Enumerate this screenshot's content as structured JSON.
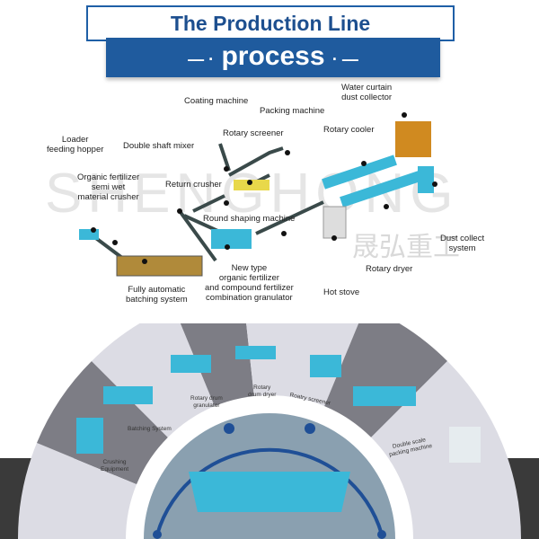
{
  "header": {
    "title": "The Production Line",
    "banner": "process",
    "banner_deco_left": "— ·",
    "banner_deco_right": "· —"
  },
  "watermark": {
    "latin": "SHENGHONG",
    "chinese": "晟弘重工"
  },
  "diagram_labels": {
    "loader": "Loader\nfeeding hopper",
    "crusher": "Organic fertilizer\nsemi wet\nmaterial crusher",
    "mixer": "Double shaft mixer",
    "coating": "Coating machine",
    "packing": "Packing machine",
    "screener": "Rotary screener",
    "return_crusher": "Return crusher",
    "round_shaping": "Round shaping machine",
    "water_curtain": "Water curtain\ndust collector",
    "cooler": "Rotary cooler",
    "dust_collect": "Dust collect\nsystem",
    "dryer": "Rotary dryer",
    "hot_stove": "Hot stove",
    "granulator": "New type\norganic fertilizer\nand compound fertilizer\ncombination granulator",
    "batching": "Fully automatic\nbatching system"
  },
  "equipment_fan": [
    "Crushing\nEquipment",
    "Batching System",
    "Rotary drum\ngranulator",
    "Rotary\ndrum dryer",
    "Roatry screener",
    "",
    "Double scale\npacking machine"
  ],
  "colors": {
    "brand_blue": "#1f5b9e",
    "machine_teal": "#3bb8d8",
    "fan_dark": "#7d7d85",
    "fan_light": "#dcdce4"
  }
}
